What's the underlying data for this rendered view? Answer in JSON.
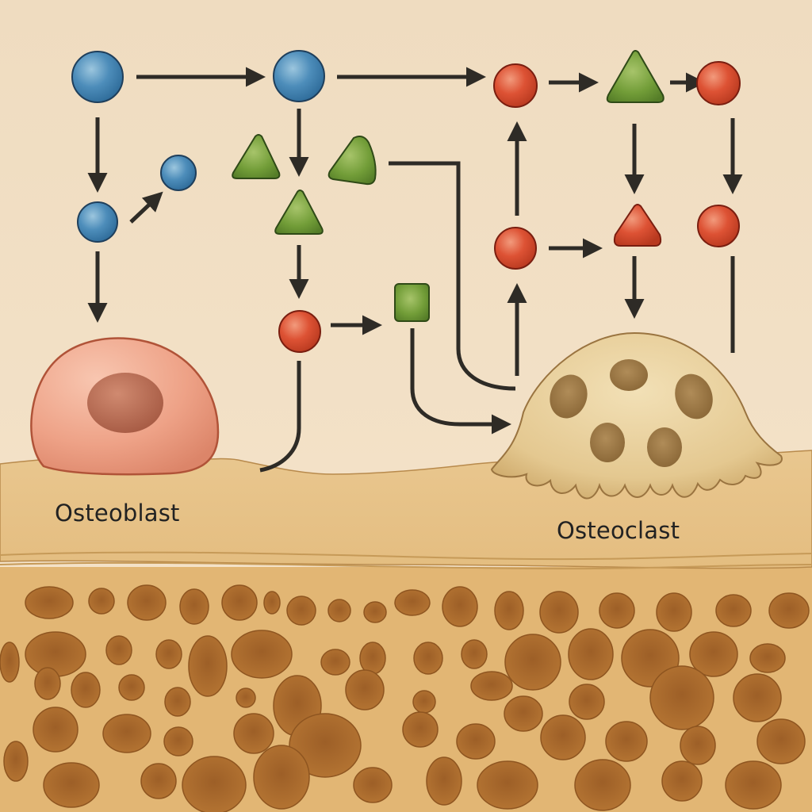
{
  "diagram": {
    "subject": "Bone remodeling cell signaling",
    "labels": {
      "osteoblast": "Osteoblast",
      "osteoclast": "Osteoclast"
    },
    "colors": {
      "background": "#f3e1c6",
      "blue_node": "#3d7fae",
      "red_node": "#d9482e",
      "green_node": "#6f9a36",
      "arrow": "#2e2b26",
      "osteoblast_body": "#eea48a",
      "osteoblast_nucleus": "#bd6e55",
      "osteoclast_body": "#e6cc98",
      "osteoclast_nuclei": "#9a7440",
      "bone_surface": "#e7c287",
      "trabecular_matrix": "#e3b978",
      "trabecular_pores": "#a8692c"
    },
    "nodes": [
      {
        "id": "b1",
        "shape": "circle",
        "color": "blue"
      },
      {
        "id": "b2",
        "shape": "circle",
        "color": "blue"
      },
      {
        "id": "b3",
        "shape": "circle",
        "color": "blue"
      },
      {
        "id": "b4",
        "shape": "circle",
        "color": "blue"
      },
      {
        "id": "g1",
        "shape": "triangle",
        "color": "green"
      },
      {
        "id": "g2",
        "shape": "triangle",
        "color": "green"
      },
      {
        "id": "g3",
        "shape": "triangle",
        "color": "green"
      },
      {
        "id": "g4",
        "shape": "triangle",
        "color": "green"
      },
      {
        "id": "sq1",
        "shape": "square",
        "color": "green"
      },
      {
        "id": "r1",
        "shape": "circle",
        "color": "red"
      },
      {
        "id": "r2",
        "shape": "circle",
        "color": "red"
      },
      {
        "id": "r3",
        "shape": "circle",
        "color": "red"
      },
      {
        "id": "r4",
        "shape": "circle",
        "color": "red"
      },
      {
        "id": "r5",
        "shape": "circle",
        "color": "red"
      },
      {
        "id": "rt1",
        "shape": "triangle",
        "color": "red"
      }
    ],
    "edges": [
      {
        "from": "b1",
        "to": "b2",
        "type": "arrow"
      },
      {
        "from": "b2",
        "to": "r1",
        "type": "arrow"
      },
      {
        "from": "r1",
        "to": "g4",
        "type": "arrow"
      },
      {
        "from": "g4",
        "to": "r2",
        "type": "arrow"
      },
      {
        "from": "b1",
        "to": "b3",
        "type": "arrow"
      },
      {
        "from": "b3",
        "to": "b4",
        "type": "arrow"
      },
      {
        "from": "b3",
        "to": "osteoblast",
        "type": "arrow"
      },
      {
        "from": "b2",
        "to": "g2",
        "type": "arrow"
      },
      {
        "from": "g2",
        "to": "r3",
        "type": "arrow"
      },
      {
        "from": "r3",
        "to": "sq1",
        "type": "arrow"
      },
      {
        "from": "r3",
        "to": "bone_surface",
        "type": "line"
      },
      {
        "from": "sq1",
        "to": "osteoclast",
        "type": "arrow"
      },
      {
        "from": "g3",
        "to": "osteoclast",
        "type": "line"
      },
      {
        "from": "r4",
        "to": "r1",
        "type": "arrow"
      },
      {
        "from": "osteoclast",
        "to": "r4",
        "type": "arrow"
      },
      {
        "from": "r4",
        "to": "rt1",
        "type": "arrow"
      },
      {
        "from": "g4",
        "to": "rt1",
        "type": "arrow"
      },
      {
        "from": "rt1",
        "to": "osteoclast",
        "type": "arrow"
      },
      {
        "from": "r2",
        "to": "r5",
        "type": "arrow"
      },
      {
        "from": "r5",
        "to": "osteoclast",
        "type": "line"
      }
    ]
  }
}
